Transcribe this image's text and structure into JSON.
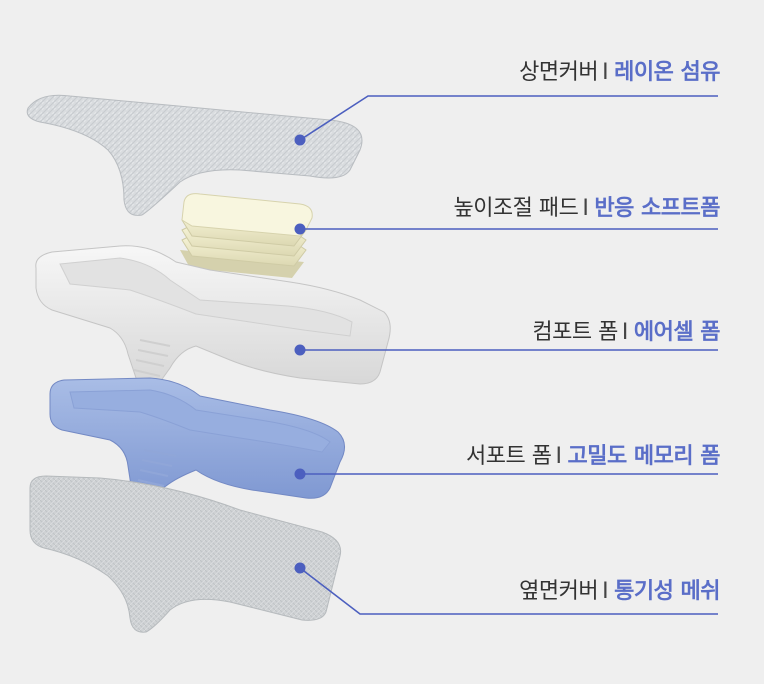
{
  "layers": [
    {
      "name": "상면커버",
      "separator": "I",
      "material": "레이온 섬유"
    },
    {
      "name": "높이조절 패드",
      "separator": "I",
      "material": "반응 소프트폼"
    },
    {
      "name": "컴포트 폼",
      "separator": "I",
      "material": "에어셀 폼"
    },
    {
      "name": "서포트 폼",
      "separator": "I",
      "material": "고밀도 메모리 폼"
    },
    {
      "name": "옆면커버",
      "separator": "I",
      "material": "통기성 메쉬"
    }
  ],
  "colors": {
    "background": "#efefef",
    "accent": "#5a6ec8",
    "leader": "#4c5fbf",
    "text": "#333333"
  }
}
